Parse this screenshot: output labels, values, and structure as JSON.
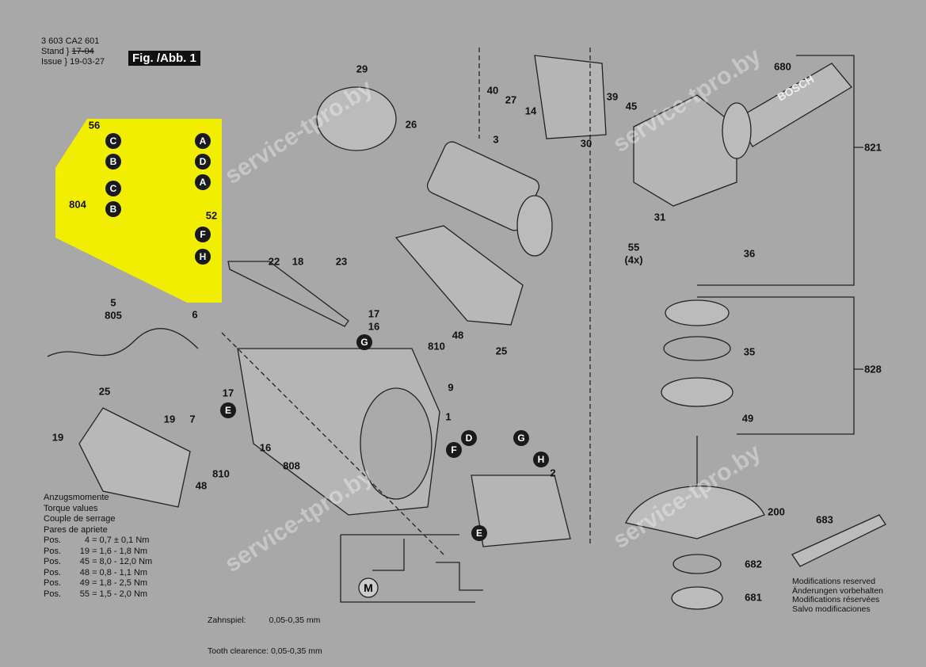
{
  "header": {
    "part_number": "3 603 CA2 601",
    "stand_label": "Stand",
    "stand_value": "17-04",
    "issue_label": "Issue",
    "issue_value": "19-03-27",
    "figure": "Fig. /Abb. 1"
  },
  "parts": [
    "29",
    "26",
    "40",
    "27",
    "14",
    "39",
    "45",
    "30",
    "680",
    "821",
    "3",
    "56",
    "804",
    "52",
    "22",
    "18",
    "23",
    "17",
    "16",
    "48",
    "810",
    "25",
    "5",
    "805",
    "6",
    "25",
    "19",
    "7",
    "17",
    "9",
    "1",
    "16",
    "808",
    "19",
    "810",
    "48",
    "2",
    "31",
    "55",
    "(4x)",
    "36",
    "35",
    "828",
    "49",
    "200",
    "683",
    "682",
    "681"
  ],
  "connectors": [
    "C",
    "A",
    "B",
    "D",
    "C",
    "A",
    "B",
    "F",
    "H",
    "G",
    "E",
    "D",
    "G",
    "F",
    "H",
    "E"
  ],
  "torque": {
    "titles": [
      "Anzugsmomente",
      "Torque values",
      "Couple de serrage",
      "Pares de apriete"
    ],
    "rows": [
      {
        "pos": "Pos.",
        "n": "4",
        "v": "= 0,7 ±  0,1 Nm"
      },
      {
        "pos": "Pos.",
        "n": "19",
        "v": "= 1,6 -  1,8 Nm"
      },
      {
        "pos": "Pos.",
        "n": "45",
        "v": "= 8,0 - 12,0 Nm"
      },
      {
        "pos": "Pos.",
        "n": "48",
        "v": "= 0,8 -  1,1 Nm"
      },
      {
        "pos": "Pos.",
        "n": "49",
        "v": "= 1,8 -  2,5 Nm"
      },
      {
        "pos": "Pos.",
        "n": "55",
        "v": "= 1,5 -  2,0 Nm"
      }
    ]
  },
  "tooth": {
    "line1": "Zahnspiel:          0,05-0,35 mm",
    "line2": "Tooth clearence: 0,05-0,35 mm"
  },
  "modifications": [
    "Modifications reserved",
    "Änderungen vorbehalten",
    "Modifications réservées",
    "Salvo modificaciones"
  ],
  "motor_symbol": "M",
  "handle_brand": "BOSCH",
  "watermark": "service-tpro.by"
}
